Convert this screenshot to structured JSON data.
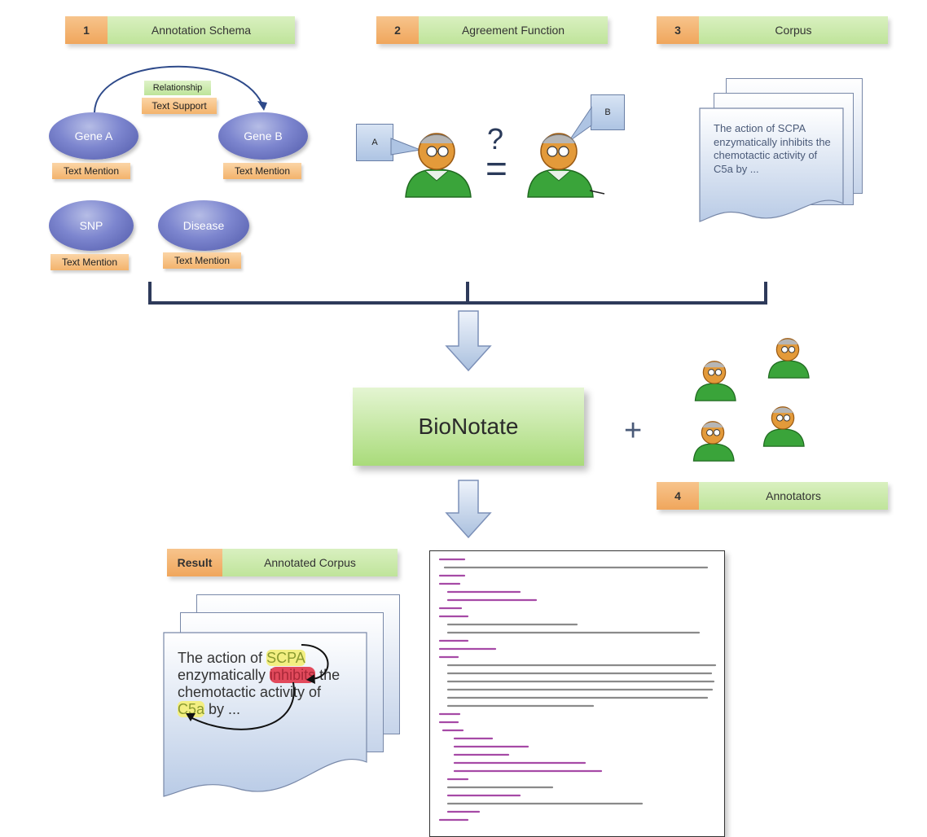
{
  "steps": {
    "s1": {
      "num": "1",
      "label": "Annotation Schema"
    },
    "s2": {
      "num": "2",
      "label": "Agreement Function"
    },
    "s3": {
      "num": "3",
      "label": "Corpus"
    },
    "s4": {
      "num": "4",
      "label": "Annotators"
    },
    "result": {
      "num": "Result",
      "label": "Annotated Corpus"
    }
  },
  "schema": {
    "relationship": "Relationship",
    "text_support": "Text Support",
    "gene_a": "Gene A",
    "gene_b": "Gene B",
    "snp": "SNP",
    "disease": "Disease",
    "text_mention": "Text Mention"
  },
  "agreement": {
    "a": "A",
    "b": "B",
    "question": "?",
    "equals": "="
  },
  "corpus_text": "The action of SCPA enzymatically inhibits the chemotactic activity of C5a by ...",
  "bionotate_label": "BioNotate",
  "plus": "+",
  "annotated": {
    "p1": "The action of ",
    "scpa": "SCPA",
    "p2": "enzymatically ",
    "inhibits": "inhibits",
    "p3": " the",
    "p4": "chemotactic activity of",
    "c5a": "C5a",
    "p5": " by ..."
  },
  "colors": {
    "ellipse": "#5f69b8",
    "orange": "#f2a85f",
    "green": "#bfe49a",
    "doc": "#c6d4ea",
    "bracket": "#2e3a5a"
  }
}
